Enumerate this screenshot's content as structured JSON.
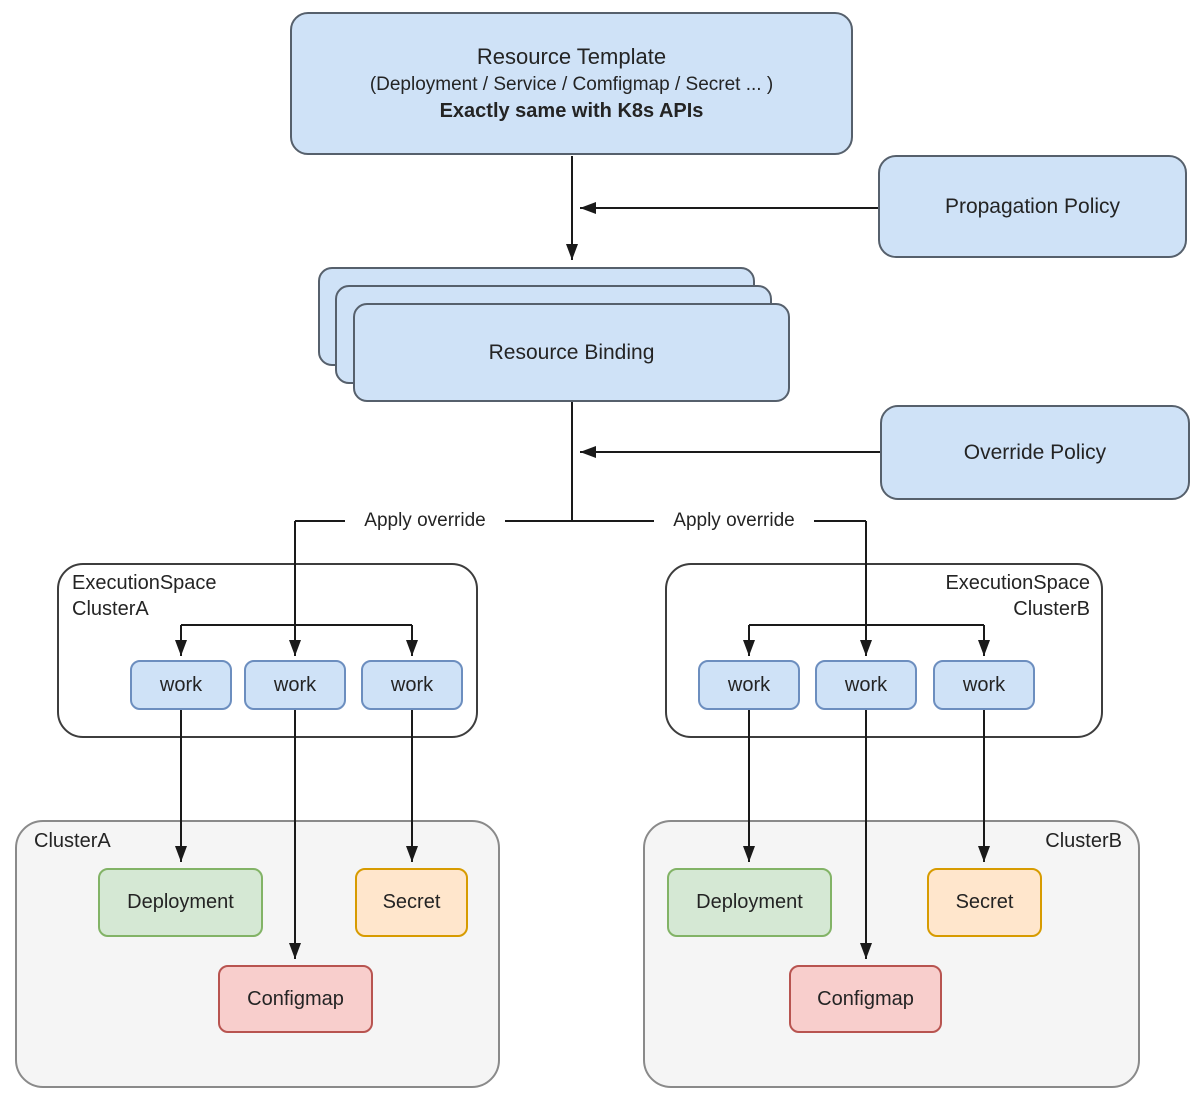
{
  "resource_template": {
    "title": "Resource Template",
    "subtitle": "(Deployment / Service / Comfigmap / Secret ... )",
    "note": "Exactly same with K8s APIs"
  },
  "propagation_policy": {
    "label": "Propagation Policy"
  },
  "resource_binding": {
    "label": "Resource Binding"
  },
  "override_policy": {
    "label": "Override Policy"
  },
  "edges": {
    "apply_override_left": "Apply override",
    "apply_override_right": "Apply override"
  },
  "execution_spaces": [
    {
      "title": "ExecutionSpace",
      "cluster": "ClusterA",
      "works": [
        "work",
        "work",
        "work"
      ]
    },
    {
      "title": "ExecutionSpace",
      "cluster": "ClusterB",
      "works": [
        "work",
        "work",
        "work"
      ]
    }
  ],
  "clusters": [
    {
      "name": "ClusterA",
      "deployment": "Deployment",
      "secret": "Secret",
      "configmap": "Configmap"
    },
    {
      "name": "ClusterB",
      "deployment": "Deployment",
      "secret": "Secret",
      "configmap": "Configmap"
    }
  ],
  "colors": {
    "node_blue_fill": "#cfe2f7",
    "node_blue_border": "#56606c",
    "work_blue_border": "#6c8ebf",
    "green_fill": "#d5e8d4",
    "green_border": "#82b366",
    "orange_fill": "#ffe6cc",
    "orange_border": "#d79b00",
    "red_fill": "#f8cecc",
    "red_border": "#b85450",
    "cluster_fill": "#f5f5f5",
    "line_color": "#1a1a1a"
  }
}
